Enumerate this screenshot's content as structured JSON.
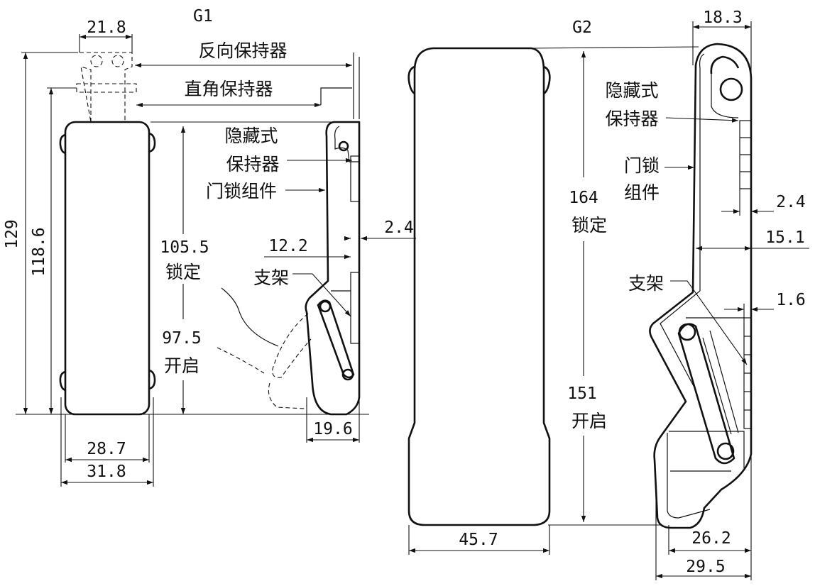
{
  "views": {
    "g1": {
      "title": "G1",
      "dims": {
        "top_width": "21.8",
        "total_height": "129",
        "body_height": "118.6",
        "locked": "105.5",
        "locked_label": "锁定",
        "open": "97.5",
        "open_label": "开启",
        "bottom_inner": "28.7",
        "bottom_outer": "31.8",
        "thickness": "12.2",
        "offset": "2.4",
        "side_depth": "19.6"
      },
      "labels": {
        "reverse_holder": "反向保持器",
        "right_angle_holder": "直角保持器",
        "hidden_holder_1": "隐藏式",
        "hidden_holder_2": "保持器",
        "lock_assembly": "门锁组件",
        "bracket": "支架"
      }
    },
    "g2": {
      "title": "G2",
      "dims": {
        "top_width": "18.3",
        "locked": "164",
        "locked_label": "锁定",
        "open": "151",
        "open_label": "开启",
        "width": "45.7",
        "offset": "2.4",
        "depth_mid": "15.1",
        "bracket_offset": "1.6",
        "bottom_inner": "26.2",
        "bottom_outer": "29.5"
      },
      "labels": {
        "hidden_holder_1": "隐藏式",
        "hidden_holder_2": "保持器",
        "lock_assembly_1": "门锁",
        "lock_assembly_2": "组件",
        "bracket": "支架"
      }
    }
  }
}
